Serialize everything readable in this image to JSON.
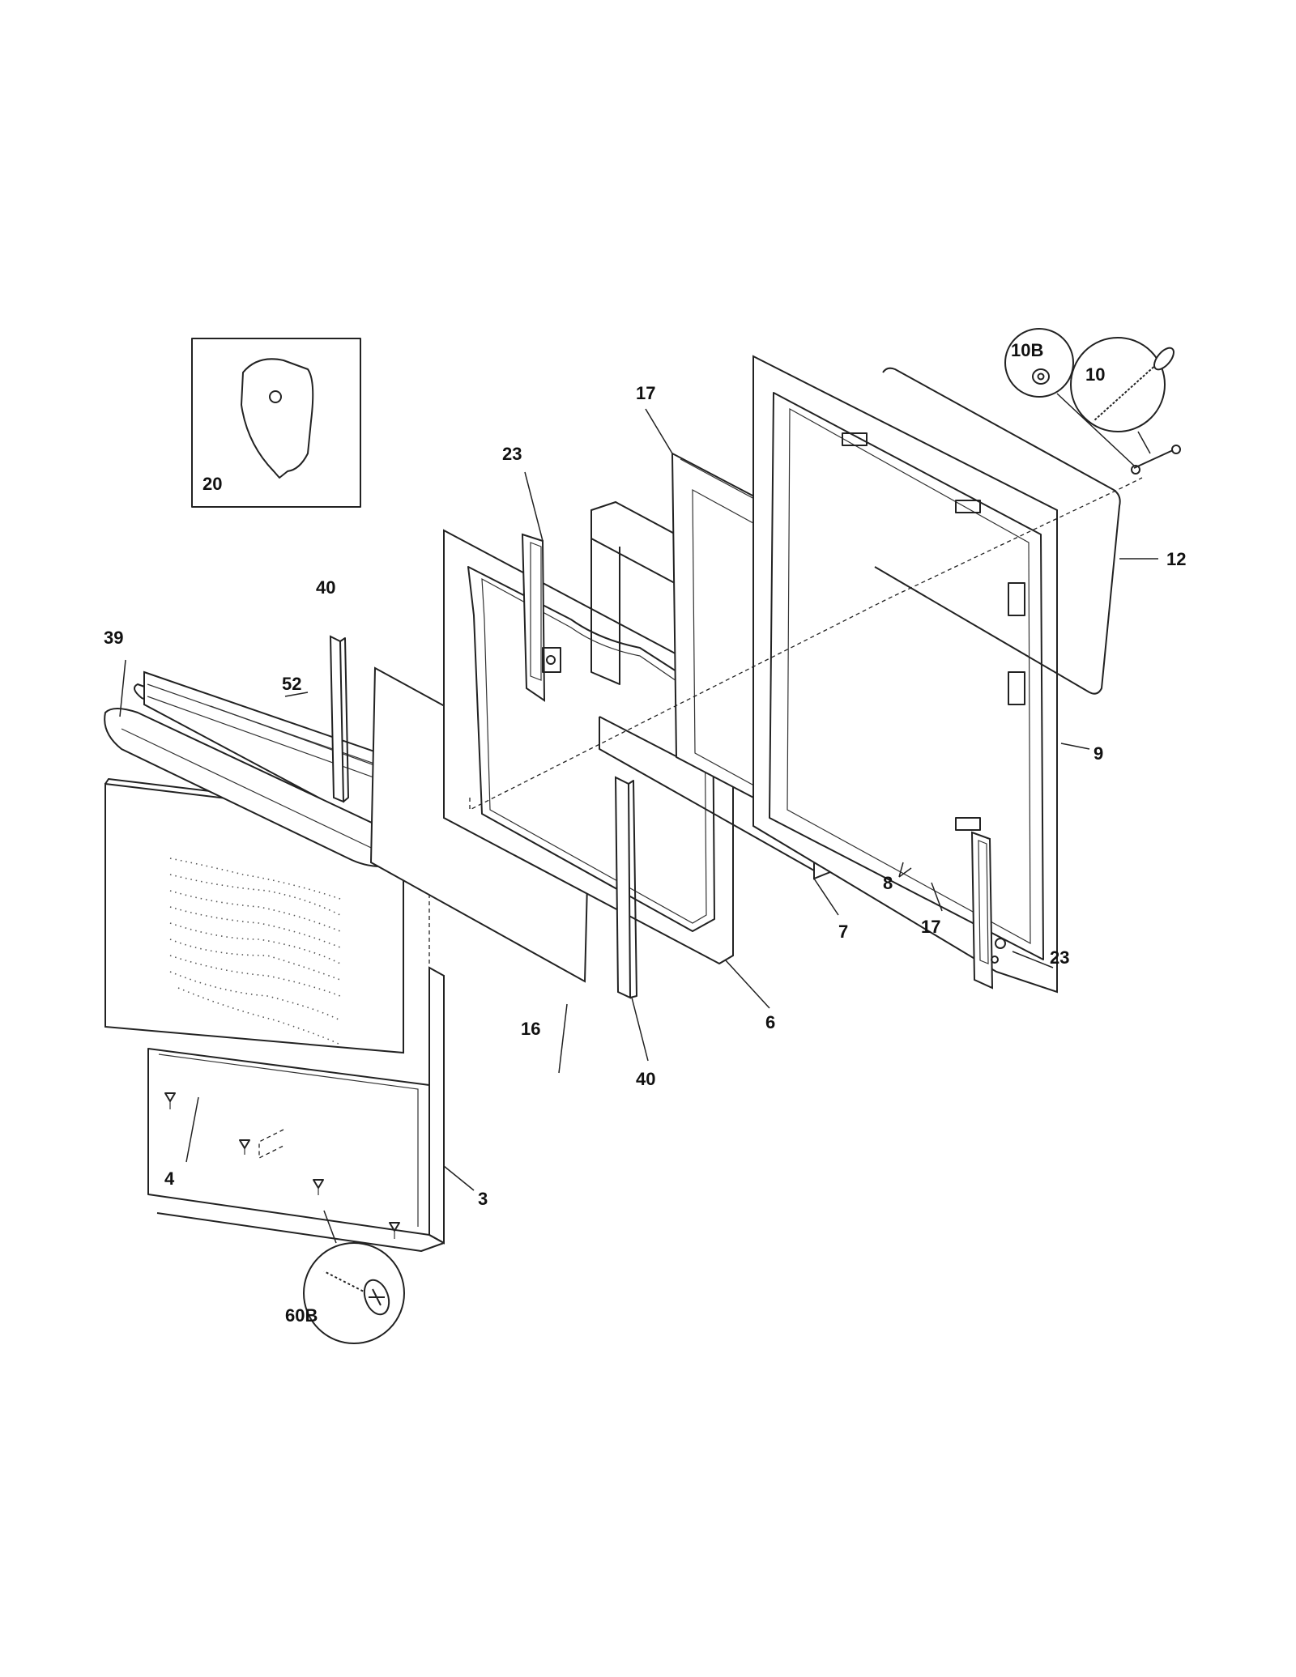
{
  "diagram": {
    "callouts": {
      "p3": "3",
      "p4": "4",
      "p6": "6",
      "p7": "7",
      "p8": "8",
      "p9": "9",
      "p10": "10",
      "p10b": "10B",
      "p12": "12",
      "p16": "16",
      "p17a": "17",
      "p17b": "17",
      "p20": "20",
      "p23a": "23",
      "p23b": "23",
      "p39": "39",
      "p40a": "40",
      "p40b": "40",
      "p52": "52",
      "p60b": "60B"
    },
    "icons": [
      "screw-icon",
      "washer-icon",
      "bracket-icon"
    ]
  }
}
